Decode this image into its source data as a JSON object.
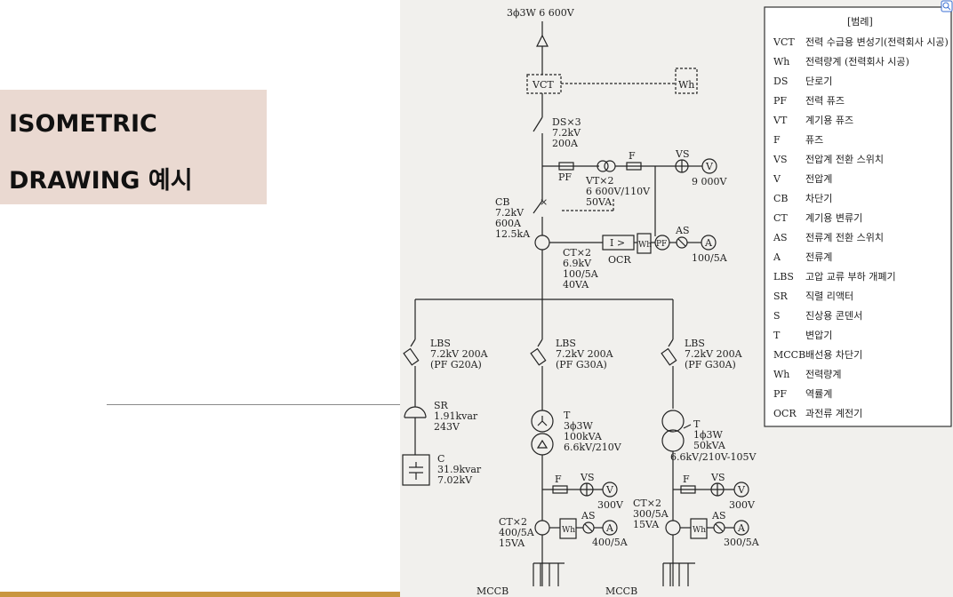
{
  "slide": {
    "title_line1": "ISOMETRIC",
    "title_line2": "DRAWING 예시"
  },
  "diagram": {
    "source_label": "3ϕ3W 6 600V",
    "vct": "VCT",
    "wh_top": "Wh",
    "ds": [
      "DS×3",
      "7.2kV",
      "200A"
    ],
    "pf_top": "PF",
    "vt": [
      "VT×2",
      "6 600V/110V",
      "50VA"
    ],
    "f_top": "F",
    "vs_top": "VS",
    "v_top": "V",
    "v_top_value": "9 000V",
    "cb": [
      "CB",
      "7.2kV",
      "600A",
      "12.5kA"
    ],
    "ct_main": [
      "CT×2",
      "6.9kV",
      "100/5A",
      "40VA"
    ],
    "ocr_symbol": "I >",
    "ocr": "OCR",
    "wh_main": "Wh",
    "pf_main": "PF",
    "as_main": "AS",
    "a_main": "A",
    "a_main_value": "100/5A",
    "lbs_1": [
      "LBS",
      "7.2kV 200A",
      "(PF G20A)"
    ],
    "lbs_2": [
      "LBS",
      "7.2kV 200A",
      "(PF G30A)"
    ],
    "lbs_3": [
      "LBS",
      "7.2kV 200A",
      "(PF G30A)"
    ],
    "sr": [
      "SR",
      "1.91kvar",
      "243V"
    ],
    "c": [
      "C",
      "31.9kvar",
      "7.02kV"
    ],
    "t1": [
      "T",
      "3ϕ3W",
      "100kVA",
      "6.6kV/210V"
    ],
    "t2": [
      "T",
      "1ϕ3W",
      "50kVA",
      "6.6kV/210V-105V"
    ],
    "f_b1": "F",
    "vs_b1": "VS",
    "v_b1": "V",
    "v_b1_value": "300V",
    "ct_b1": [
      "CT×2",
      "400/5A",
      "15VA"
    ],
    "wh_b1": "Wh",
    "as_b1": "AS",
    "a_b1": "A",
    "a_b1_value": "400/5A",
    "f_b2": "F",
    "vs_b2": "VS",
    "v_b2": "V",
    "v_b2_value": "300V",
    "ct_b2": [
      "CT×2",
      "300/5A",
      "15VA"
    ],
    "wh_b2": "Wh",
    "as_b2": "AS",
    "a_b2": "A",
    "a_b2_value": "300/5A",
    "mccb_1": "MCCB",
    "mccb_2": "MCCB"
  },
  "legend": {
    "title": "[범례]",
    "items": [
      {
        "code": "VCT",
        "desc": "전력 수급용 변성기(전력회사 시공)"
      },
      {
        "code": "Wh",
        "desc": "전력량계 (전력회사 시공)"
      },
      {
        "code": "DS",
        "desc": "단로기"
      },
      {
        "code": "PF",
        "desc": "전력 퓨즈"
      },
      {
        "code": "VT",
        "desc": "계기용 퓨즈"
      },
      {
        "code": "F",
        "desc": "퓨즈"
      },
      {
        "code": "VS",
        "desc": "전압계 전환 스위치"
      },
      {
        "code": "V",
        "desc": "전압계"
      },
      {
        "code": "CB",
        "desc": "차단기"
      },
      {
        "code": "CT",
        "desc": "계기용 변류기"
      },
      {
        "code": "AS",
        "desc": "전류계 전환 스위치"
      },
      {
        "code": "A",
        "desc": "전류계"
      },
      {
        "code": "LBS",
        "desc": "고압 교류 부하 개폐기"
      },
      {
        "code": "SR",
        "desc": "직렬 리액터"
      },
      {
        "code": "S",
        "desc": "진상용 콘덴서"
      },
      {
        "code": "T",
        "desc": "변압기"
      },
      {
        "code": "MCCB",
        "desc": "배선용 차단기"
      },
      {
        "code": "Wh",
        "desc": "전력량계"
      },
      {
        "code": "PF",
        "desc": "역률계"
      },
      {
        "code": "OCR",
        "desc": "과전류 계전기"
      }
    ]
  },
  "colors": {
    "title_box": "#ead9d1",
    "bottom_bar": "#c9963f",
    "scan_bg": "#f1f0ed",
    "ink": "#222222"
  }
}
